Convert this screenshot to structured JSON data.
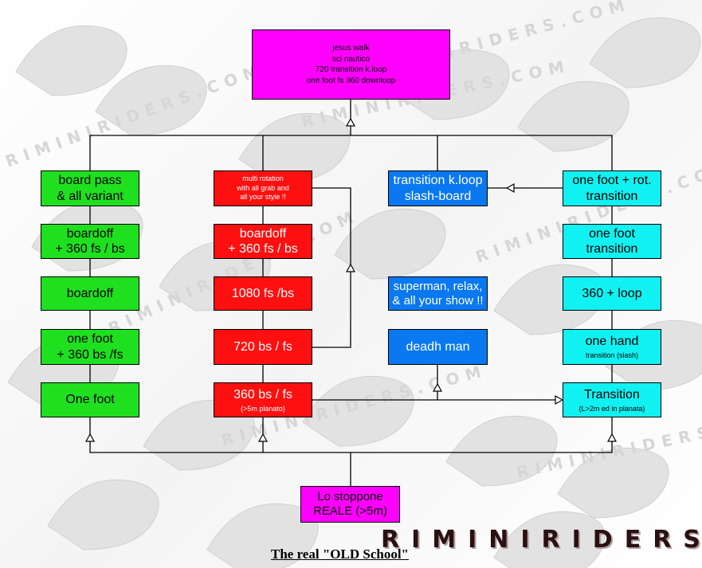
{
  "colors": {
    "green": "#1fe01f",
    "red": "#ff1010",
    "blue": "#0a78f0",
    "cyan": "#11f1f1",
    "magenta": "#ff00ff",
    "connector": "#000000",
    "watermark": "#e2e2e2"
  },
  "icons": {
    "arrowhead": "hollow-triangle-arrowhead-icon"
  },
  "watermark_text": "RIMINIRIDERS.COM",
  "brand": "RIMINIRIDERS.COM",
  "caption": "The real \"OLD School\"",
  "top_box": {
    "lines": [
      "jesus walk",
      "sci nautico",
      "720 transition k.loop",
      "one foot fs 360 downloop"
    ]
  },
  "bottom_box": {
    "lines": [
      "Lo stoppone",
      "REALE (>5m)"
    ]
  },
  "columns": {
    "green": [
      {
        "lines": [
          "board pass",
          "& all variant"
        ]
      },
      {
        "lines": [
          "boardoff",
          "+ 360 fs / bs"
        ]
      },
      {
        "lines": [
          "boardoff"
        ]
      },
      {
        "lines": [
          "one foot",
          "+ 360 bs /fs"
        ]
      },
      {
        "lines": [
          "One foot"
        ]
      }
    ],
    "red": [
      {
        "lines": [
          "multi rotation",
          "with all grab and",
          "all your style !!"
        ]
      },
      {
        "lines": [
          "boardoff",
          "+ 360 fs / bs"
        ]
      },
      {
        "lines": [
          "1080 fs /bs"
        ]
      },
      {
        "lines": [
          "720 bs / fs"
        ]
      },
      {
        "lines": [
          "360 bs / fs"
        ],
        "sub": "(>5m planato)"
      }
    ],
    "blue": [
      {
        "lines": [
          "transition k.loop",
          "slash-board"
        ]
      },
      {
        "lines": [
          "superman, relax,",
          "& all your show !!"
        ]
      },
      {
        "lines": [
          "deadh man"
        ]
      }
    ],
    "cyan": [
      {
        "lines": [
          "one foot + rot.",
          "transition"
        ]
      },
      {
        "lines": [
          "one foot",
          "transition"
        ]
      },
      {
        "lines": [
          "360 + loop"
        ]
      },
      {
        "lines": [
          "one hand"
        ],
        "sub": "transition (slash)"
      },
      {
        "lines": [
          "Transition"
        ],
        "sub": "(L>2m ed in planata)"
      }
    ]
  }
}
